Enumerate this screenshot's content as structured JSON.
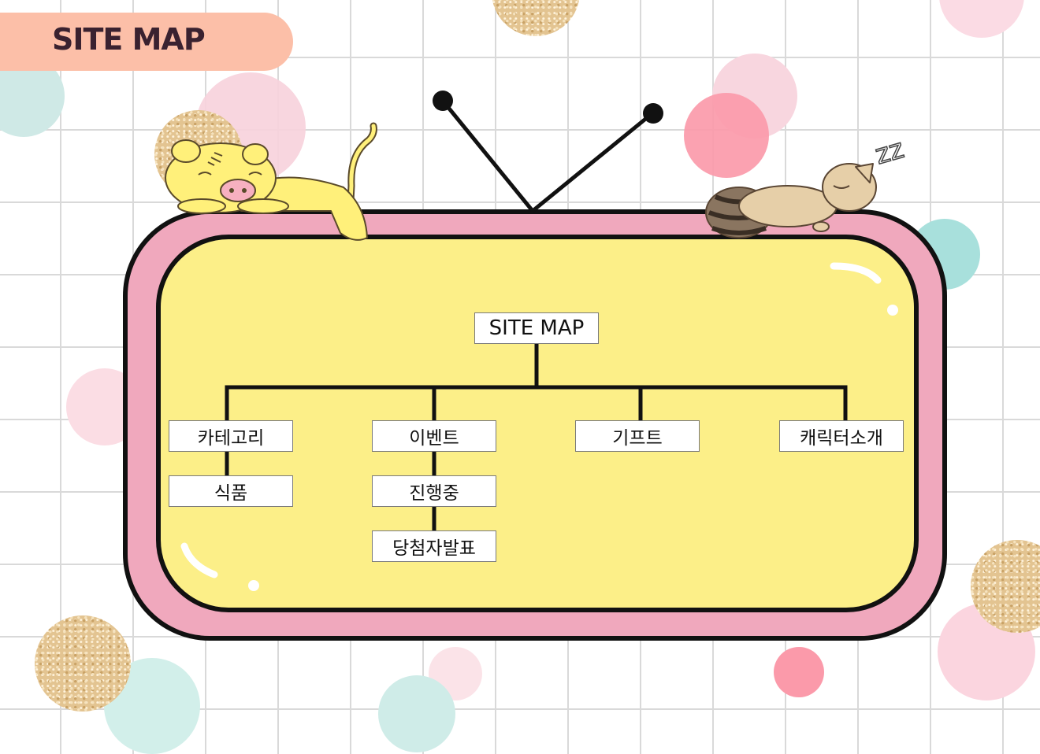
{
  "page": {
    "title": "SITE MAP"
  },
  "sitemap": {
    "root": "SITE MAP",
    "categories": [
      {
        "label": "카테고리",
        "children": [
          "식품"
        ]
      },
      {
        "label": "이벤트",
        "children": [
          "진행중",
          "당첨자발표"
        ]
      },
      {
        "label": "기프트",
        "children": []
      },
      {
        "label": "캐릭터소개",
        "children": []
      }
    ]
  },
  "decorations": {
    "sleep_text": "zz"
  },
  "colors": {
    "title_pill": "#fcbfa8",
    "tv_frame": "#f0a8bd",
    "tv_screen": "#fcef88",
    "outline": "#111111"
  }
}
